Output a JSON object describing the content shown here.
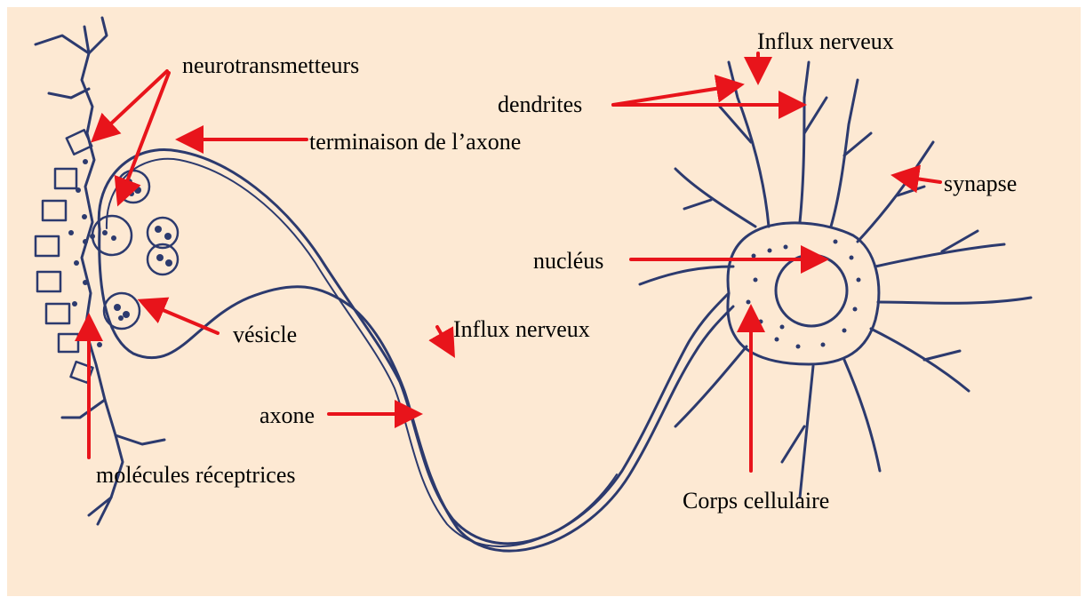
{
  "diagram": {
    "colors": {
      "background": "#ffffff",
      "panel": "#fde9d3",
      "stroke": "#2c3a6e",
      "arrow": "#e8141b",
      "label": "#000000"
    },
    "labels": {
      "neurotransmetteurs": "neurotransmetteurs",
      "terminaison": "terminaison de l’axone",
      "vesicle": "vésicle",
      "molecules": "molécules réceptrices",
      "axone": "axone",
      "influx_axon": "Influx nerveux",
      "influx_top": "Influx nerveux",
      "dendrites": "dendrites",
      "synapse": "synapse",
      "nucleus": "nucléus",
      "corps": "Corps cellulaire"
    }
  }
}
